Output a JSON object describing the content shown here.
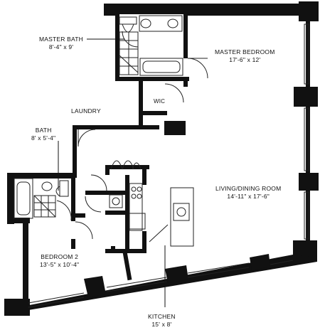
{
  "rooms": {
    "master_bath": {
      "name": "MASTER BATH",
      "dims": "8'-4\" x 9'"
    },
    "master_bedroom": {
      "name": "MASTER BEDROOM",
      "dims": "17'-6\" x 12'"
    },
    "wic": {
      "name": "WIC"
    },
    "laundry": {
      "name": "LAUNDRY"
    },
    "bath": {
      "name": "BATH",
      "dims": "8' x 5'-4\""
    },
    "living_dining": {
      "name": "LIVING/DINING ROOM",
      "dims": "14'-11\" x 17'-6\""
    },
    "bedroom2": {
      "name": "BEDROOM 2",
      "dims": "13'-5\" x 10'-4\""
    },
    "kitchen": {
      "name": "KITCHEN",
      "dims": "15' x 8'"
    }
  },
  "colors": {
    "wall": "#111111",
    "line": "#222222",
    "background": "#ffffff"
  }
}
